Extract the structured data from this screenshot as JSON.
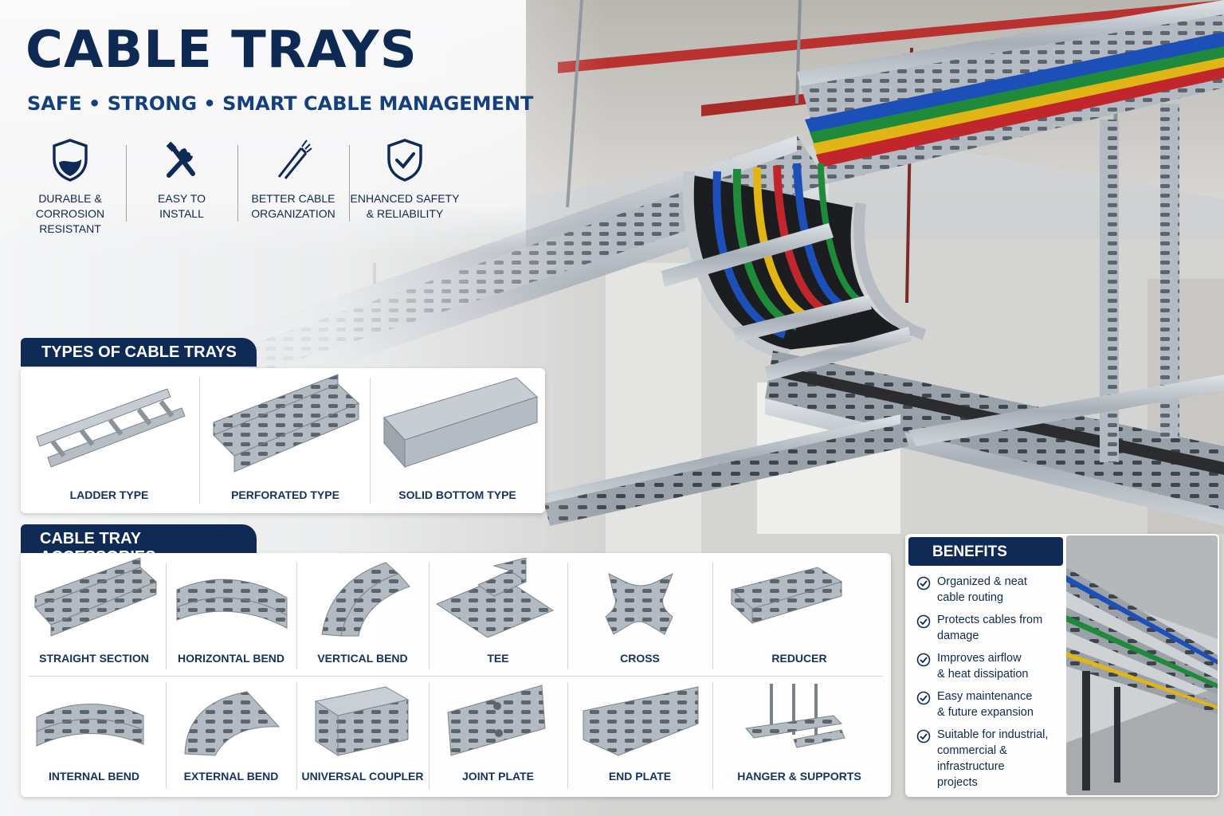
{
  "header": {
    "title": "CABLE TRAYS",
    "subtitle": "SAFE • STRONG • SMART CABLE MANAGEMENT"
  },
  "features": [
    {
      "label": "DURABLE &\nCORROSION\nRESISTANT",
      "icon": "shield-icon"
    },
    {
      "label": "EASY TO\nINSTALL",
      "icon": "tools-icon"
    },
    {
      "label": "BETTER CABLE\nORGANIZATION",
      "icon": "cable-icon"
    },
    {
      "label": "ENHANCED SAFETY\n& RELIABILITY",
      "icon": "shield-check-icon"
    }
  ],
  "types": {
    "heading": "TYPES OF CABLE TRAYS",
    "items": [
      {
        "label": "LADDER TYPE",
        "icon": "ladder-tray-icon"
      },
      {
        "label": "PERFORATED TYPE",
        "icon": "perforated-tray-icon"
      },
      {
        "label": "SOLID BOTTOM TYPE",
        "icon": "solid-bottom-tray-icon"
      }
    ]
  },
  "accessories": {
    "heading": "CABLE TRAY ACCESSORIES",
    "row1": [
      {
        "label": "STRAIGHT SECTION",
        "icon": "straight-section-icon"
      },
      {
        "label": "HORIZONTAL BEND",
        "icon": "horizontal-bend-icon"
      },
      {
        "label": "VERTICAL BEND",
        "icon": "vertical-bend-icon"
      },
      {
        "label": "TEE",
        "icon": "tee-icon"
      },
      {
        "label": "CROSS",
        "icon": "cross-icon"
      },
      {
        "label": "REDUCER",
        "icon": "reducer-icon"
      }
    ],
    "row2": [
      {
        "label": "INTERNAL BEND",
        "icon": "internal-bend-icon"
      },
      {
        "label": "EXTERNAL BEND",
        "icon": "external-bend-icon"
      },
      {
        "label": "UNIVERSAL COUPLER",
        "icon": "universal-coupler-icon"
      },
      {
        "label": "JOINT PLATE",
        "icon": "joint-plate-icon"
      },
      {
        "label": "END PLATE",
        "icon": "end-plate-icon"
      },
      {
        "label": "HANGER & SUPPORTS",
        "icon": "hanger-supports-icon"
      }
    ]
  },
  "benefits": {
    "heading": "BENEFITS",
    "items": [
      "Organized & neat\ncable routing",
      "Protects cables from\ndamage",
      "Improves airflow\n& heat dissipation",
      "Easy maintenance\n& future expansion",
      "Suitable for industrial,\ncommercial & infrastructure\nprojects"
    ]
  },
  "colors": {
    "navy": "#0e2a55",
    "accent_blue": "#15407e",
    "steel": "#a9afb6",
    "cable_blue": "#1d4fb8",
    "cable_green": "#1f8a3a",
    "cable_red": "#c0262b",
    "cable_yellow": "#e2b516"
  }
}
